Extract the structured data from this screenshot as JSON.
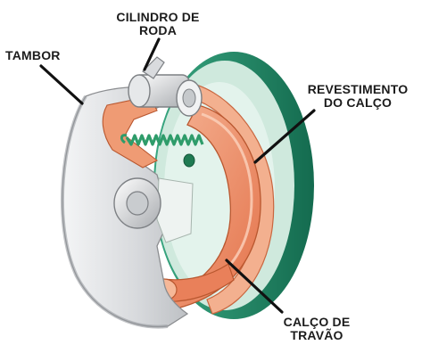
{
  "labels": {
    "cilindro_line1": "CILINDRO DE",
    "cilindro_line2": "RODA",
    "tambor": "TAMBOR",
    "revestimento_line1": "REVESTIMENTO",
    "revestimento_line2": "DO CALÇO",
    "calco_line1": "CALÇO DE",
    "calco_line2": "TRAVÃO"
  },
  "colors": {
    "drum_rim": "#1f8a66",
    "drum_inner": "#cfe9dd",
    "backing_plate": "#d7d9dc",
    "lining": "#f1a27e",
    "shoe": "#e9805a",
    "spring": "#2e9c6a",
    "outline": "#8b8d90"
  }
}
